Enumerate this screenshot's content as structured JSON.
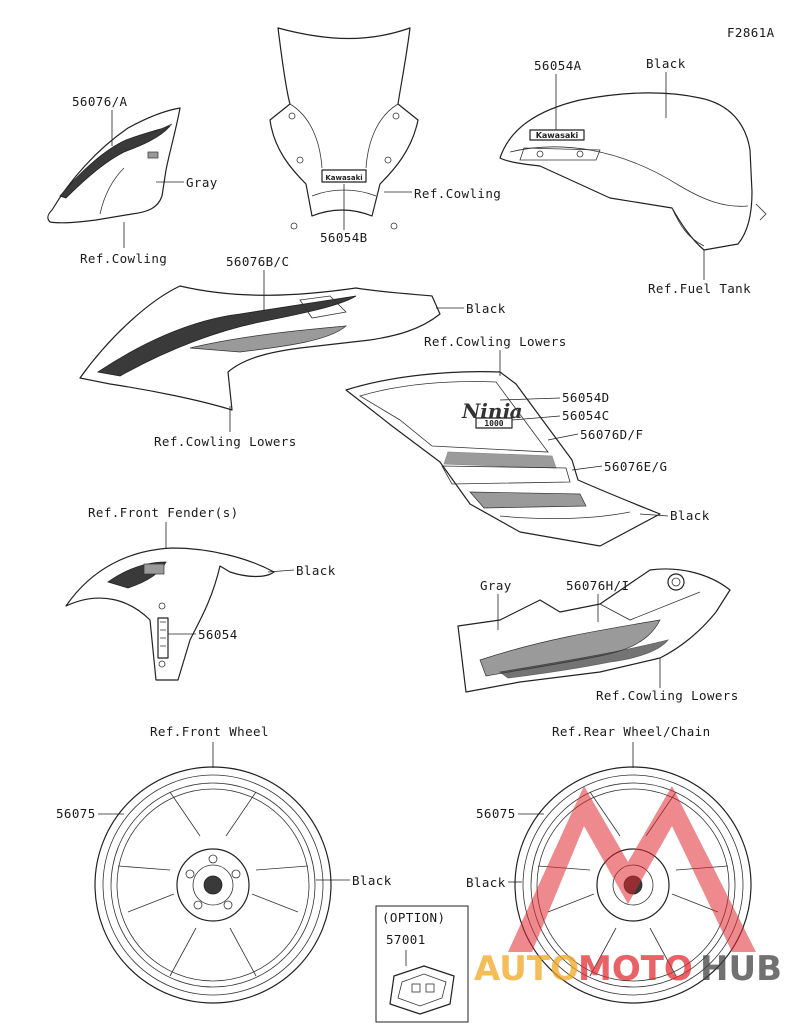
{
  "figure_code": "F2861A",
  "labels": {
    "p56076A": "56076/A",
    "gray1": "Gray",
    "ref_cowling_1": "Ref.Cowling",
    "p56054B": "56054B",
    "ref_cowling_2": "Ref.Cowling",
    "p56054A": "56054A",
    "black_tank": "Black",
    "ref_fuel_tank": "Ref.Fuel Tank",
    "p56076BC": "56076B/C",
    "black_upper": "Black",
    "ref_cowling_lowers_1": "Ref.Cowling Lowers",
    "ref_cowling_lowers_2": "Ref.Cowling Lowers",
    "p56054D": "56054D",
    "p56054C": "56054C",
    "p56076DF": "56076D/F",
    "p56076EG": "56076E/G",
    "black_lower": "Black",
    "ref_front_fender": "Ref.Front Fender(s)",
    "black_fender": "Black",
    "p56054": "56054",
    "gray2": "Gray",
    "p56076HI": "56076H/I",
    "ref_cowling_lowers_3": "Ref.Cowling Lowers",
    "ref_front_wheel": "Ref.Front Wheel",
    "p56075_front": "56075",
    "black_front_wheel": "Black",
    "ref_rear_wheel": "Ref.Rear Wheel/Chain",
    "p56075_rear": "56075",
    "black_rear_wheel": "Black",
    "option": "(OPTION)",
    "p57001": "57001"
  },
  "decals": {
    "kawasaki_1": "Kawasaki",
    "kawasaki_2": "Kawasaki",
    "ninja": "Ninja",
    "model": "1000"
  },
  "watermark": {
    "text_auto": "AUTO",
    "text_moto": "MOTO",
    "text_hub": "HUB",
    "color_orange": "#f2a51a",
    "color_red": "#e0262c",
    "color_dark": "#3b3b3b"
  }
}
